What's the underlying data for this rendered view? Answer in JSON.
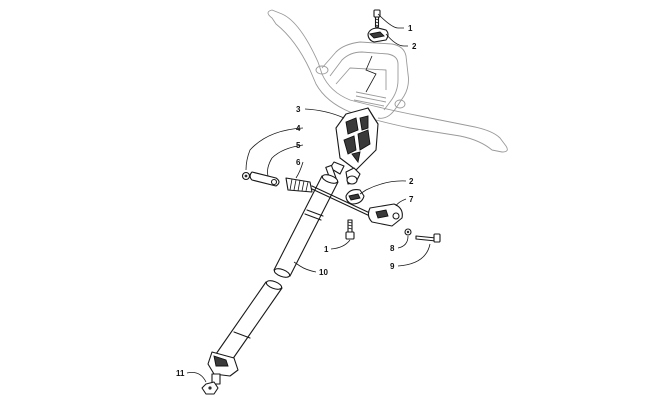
{
  "callouts": [
    {
      "id": "c1a",
      "label": "1"
    },
    {
      "id": "c2a",
      "label": "2"
    },
    {
      "id": "c3",
      "label": "3"
    },
    {
      "id": "c4",
      "label": "4"
    },
    {
      "id": "c5",
      "label": "5"
    },
    {
      "id": "c6",
      "label": "6"
    },
    {
      "id": "c2b",
      "label": "2"
    },
    {
      "id": "c7",
      "label": "7"
    },
    {
      "id": "c1b",
      "label": "1"
    },
    {
      "id": "c8",
      "label": "8"
    },
    {
      "id": "c9",
      "label": "9"
    },
    {
      "id": "c10",
      "label": "10"
    },
    {
      "id": "c11",
      "label": "11"
    }
  ]
}
